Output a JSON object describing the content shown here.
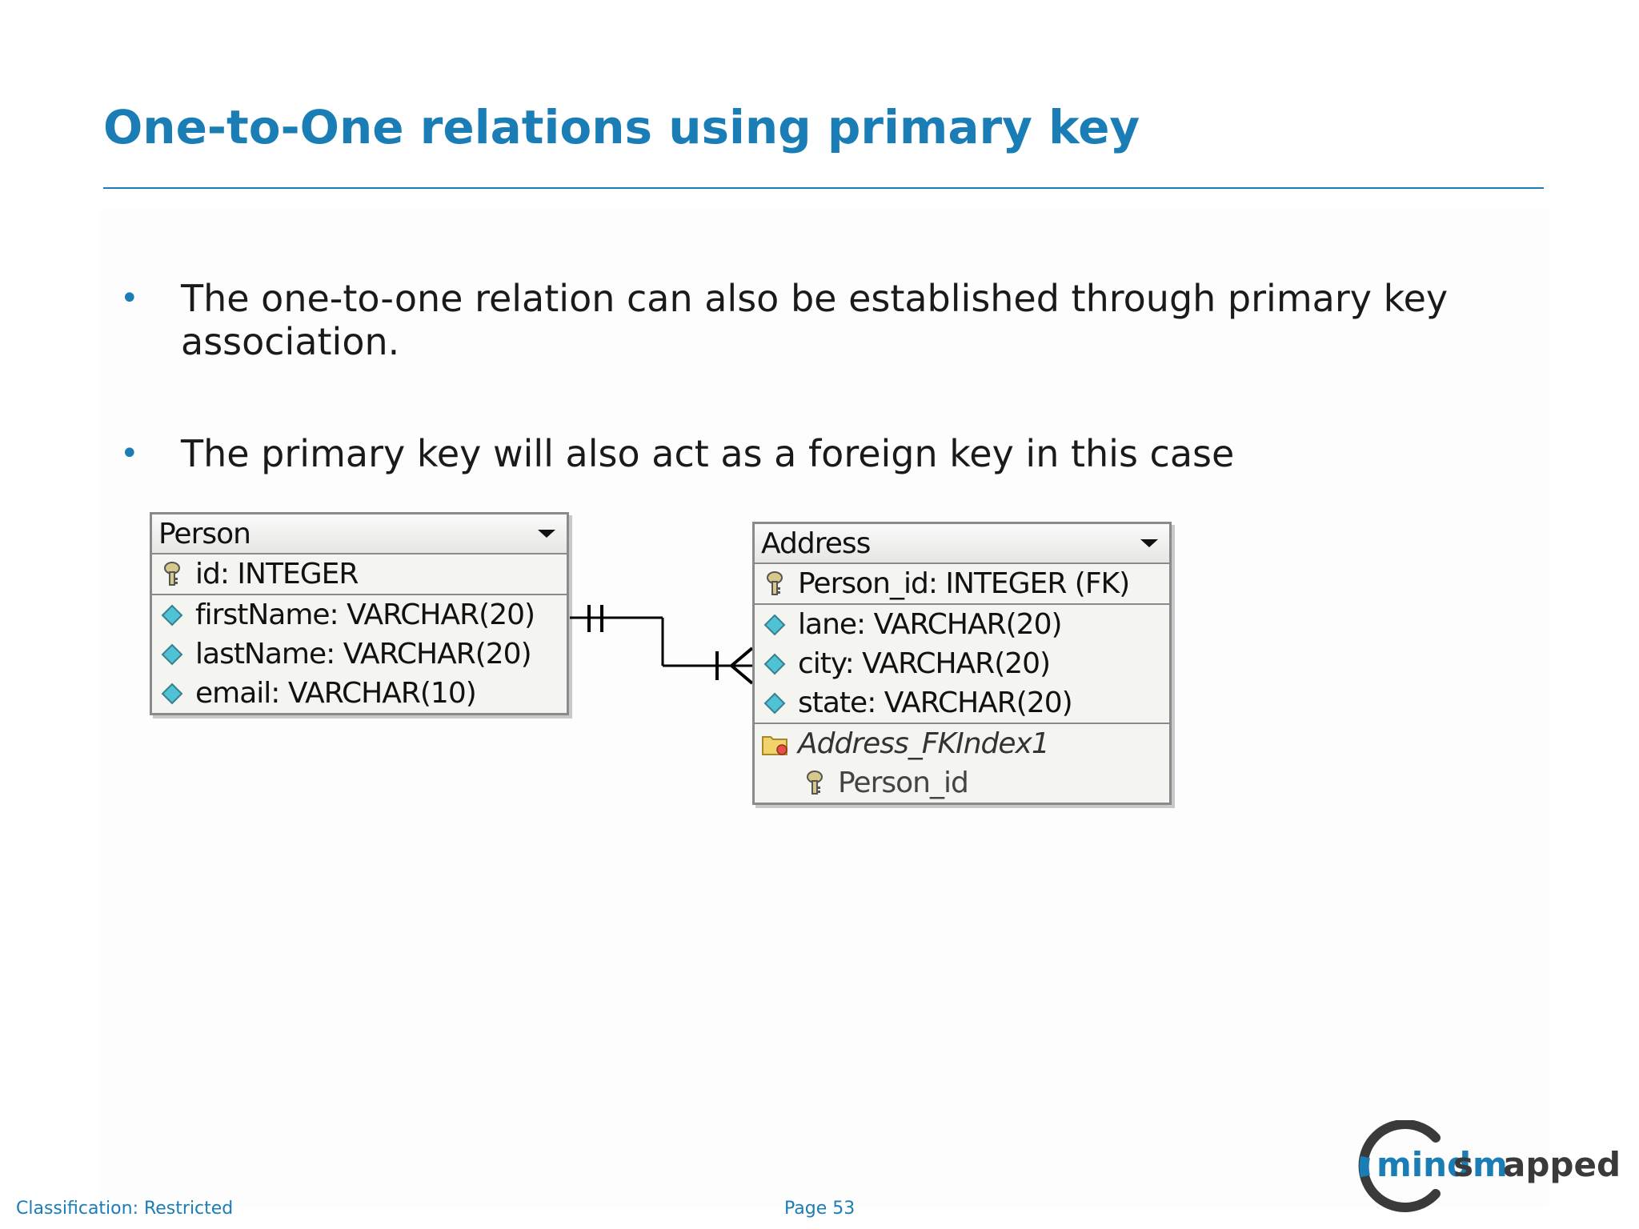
{
  "slide": {
    "title": "One-to-One relations using primary key",
    "bullets": [
      "The one-to-one relation can also be established through primary key association.",
      "The primary key will also act as a foreign key in this case"
    ]
  },
  "diagram": {
    "person": {
      "name": "Person",
      "rows": [
        {
          "icon": "key-icon",
          "text": "id: INTEGER"
        },
        {
          "icon": "column-diamond-icon",
          "text": "firstName: VARCHAR(20)"
        },
        {
          "icon": "column-diamond-icon",
          "text": "lastName: VARCHAR(20)"
        },
        {
          "icon": "column-diamond-icon",
          "text": "email: VARCHAR(10)"
        }
      ]
    },
    "address": {
      "name": "Address",
      "rows": [
        {
          "icon": "key-icon",
          "text": "Person_id: INTEGER (FK)"
        },
        {
          "icon": "column-diamond-icon",
          "text": "lane: VARCHAR(20)"
        },
        {
          "icon": "column-diamond-icon",
          "text": "city: VARCHAR(20)"
        },
        {
          "icon": "column-diamond-icon",
          "text": "state: VARCHAR(20)"
        }
      ],
      "index": {
        "icon": "index-folder-icon",
        "name": "Address_FKIndex1",
        "column": "Person_id"
      }
    },
    "relationship": "one-to-many (one and only one to one or many)"
  },
  "footer": {
    "classification": "Classification: Restricted",
    "page": "Page 53"
  },
  "logo": {
    "text": "mindsmapped",
    "color_primary": "#1a7db5",
    "color_dark": "#3a3a3a"
  },
  "colors": {
    "accent": "#1a7db5",
    "table_border": "#8a8a8a",
    "diamond": "#4fc3d6"
  }
}
